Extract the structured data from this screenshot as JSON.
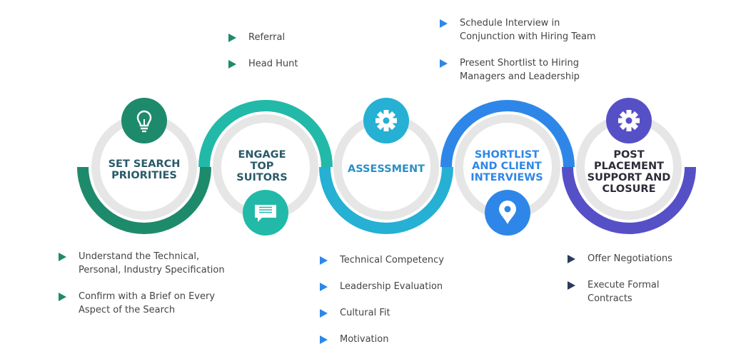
{
  "colors": {
    "ring_gray": "#e6e6e6",
    "stage1": "#1e8a6c",
    "stage2": "#22b9a9",
    "stage3": "#25b0d4",
    "stage4": "#2e87e8",
    "stage5": "#5650c6",
    "label_text_dark": "#2a5a6a",
    "bullet_text": "#444444"
  },
  "stages": [
    {
      "label": "SET SEARCH\nPRIORITIES",
      "icon": "lightbulb-icon",
      "color": "#1e8a6c",
      "label_color": "#2a5a6a",
      "bullets": [
        "Understand the Technical,\nPersonal, Industry Specification",
        "Confirm with a Brief on Every\nAspect of the Search"
      ],
      "bullet_color": "#1e8a6c"
    },
    {
      "label": "ENGAGE\nTOP\nSUITORS",
      "icon": "chat-icon",
      "color": "#22b9a9",
      "label_color": "#2a5a6a",
      "bullets": [
        "Referral",
        "Head Hunt"
      ],
      "bullet_color": "#1e8a6c"
    },
    {
      "label": "ASSESSMENT",
      "icon": "gear-icon",
      "color": "#25b0d4",
      "label_color": "#2b8fc7",
      "bullets": [
        "Technical Competency",
        "Leadership Evaluation",
        "Cultural Fit",
        "Motivation"
      ],
      "bullet_color": "#2e87e8"
    },
    {
      "label": "SHORTLIST\nAND CLIENT\nINTERVIEWS",
      "icon": "location-pin-icon",
      "color": "#2e87e8",
      "label_color": "#2e87e8",
      "bullets": [
        "Schedule Interview in\nConjunction with Hiring Team",
        "Present Shortlist to Hiring\nManagers and Leadership"
      ],
      "bullet_color": "#2e87e8"
    },
    {
      "label": "POST\nPLACEMENT\nSUPPORT AND\nCLOSURE",
      "icon": "gear-icon",
      "color": "#5650c6",
      "label_color": "#2c2c3a",
      "bullets": [
        "Offer Negotiations",
        "Execute Formal\nContracts"
      ],
      "bullet_color": "#2c3a5a"
    }
  ]
}
